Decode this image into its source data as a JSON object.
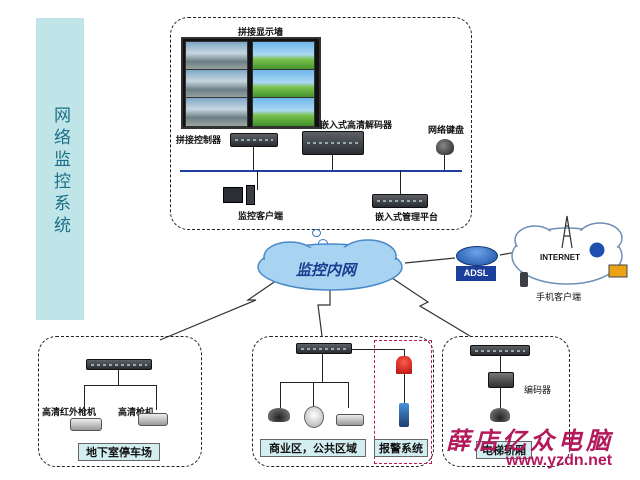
{
  "sidebar": {
    "title": "网络监控系统"
  },
  "top": {
    "video_wall_label": "拼接显示墙",
    "splice_controller_label": "拼接控制器",
    "decoder_label": "嵌入式高清解码器",
    "keyboard_label": "网络键盘",
    "client_label": "监控客户端",
    "platform_label": "嵌入式管理平台"
  },
  "cloud_label": "监控内网",
  "adsl_label": "ADSL",
  "internet_label": "INTERNET",
  "mobile_label": "手机客户端",
  "parking": {
    "ir_camera_label": "高清红外枪机",
    "camera_label": "高清枪机",
    "area_label": "地下室停车场"
  },
  "commercial": {
    "area_label": "商业区，公共区域",
    "alarm_label": "报警系统"
  },
  "elevator": {
    "encoder_label": "编码器",
    "area_label": "电梯轿厢"
  },
  "watermark": {
    "brand": "薛店亿众电脑",
    "url": "www.yzdn.net"
  },
  "colors": {
    "sidebar_bg": "#bfe5e8",
    "sidebar_text": "#1b6f88",
    "cloud_fill": "#a8d4f2",
    "cloud_text": "#1a3d8f",
    "alarm_border": "#c2185b",
    "watermark": "#b3195b"
  }
}
